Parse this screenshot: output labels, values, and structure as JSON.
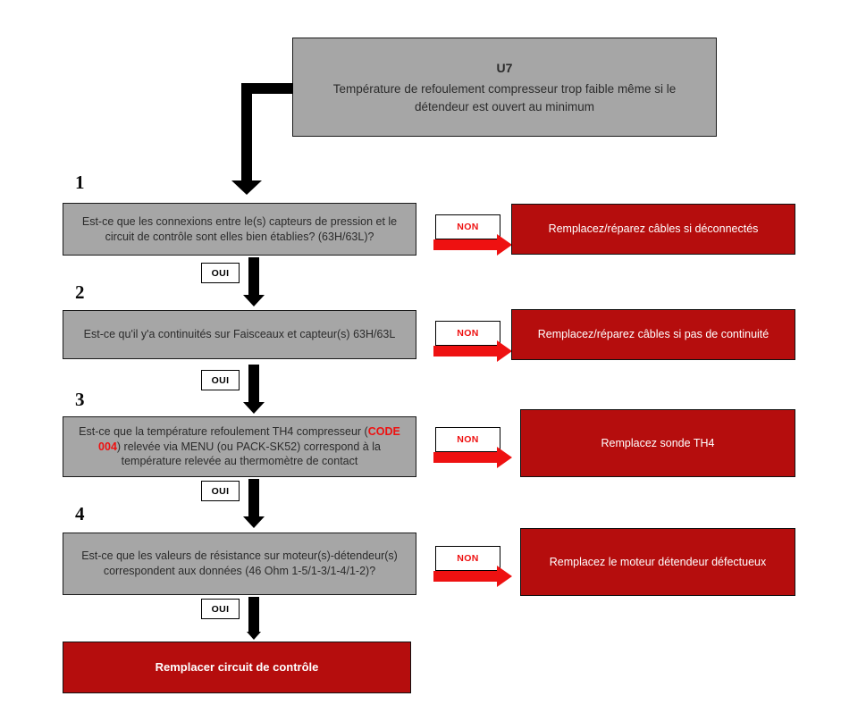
{
  "diagram": {
    "title_code": "U7",
    "title_text": "Température de refoulement compresseur trop faible même si le détendeur est ouvert au minimum",
    "colors": {
      "question_fill": "#A6A6A6",
      "action_fill": "#B50D0D",
      "no_accent": "#EE1111",
      "yes_accent": "#000000"
    },
    "yes_label": "OUI",
    "no_label": "NON",
    "steps": [
      {
        "number": "1",
        "question": "Est-ce que les connexions entre le(s) capteurs de pression et le circuit de contrôle sont elles bien établies? (63H/63L)?",
        "no_action": "Remplacez/réparez câbles si déconnectés"
      },
      {
        "number": "2",
        "question": "Est-ce qu'il y'a continuités sur Faisceaux et capteur(s) 63H/63L",
        "no_action": "Remplacez/réparez câbles si pas de continuité"
      },
      {
        "number": "3",
        "question_part1": "Est-ce que la température refoulement TH4 compresseur (",
        "question_code": "CODE 004",
        "question_part2": ") relevée via MENU (ou PACK-SK52) correspond à la température relevée au thermomètre de contact",
        "no_action": "Remplacez sonde TH4"
      },
      {
        "number": "4",
        "question": "Est-ce que les valeurs de résistance sur moteur(s)-détendeur(s) correspondent aux données (46 Ohm 1-5/1-3/1-4/1-2)?",
        "no_action": "Remplacez le moteur détendeur défectueux"
      }
    ],
    "final_action": "Remplacer circuit de contrôle"
  }
}
